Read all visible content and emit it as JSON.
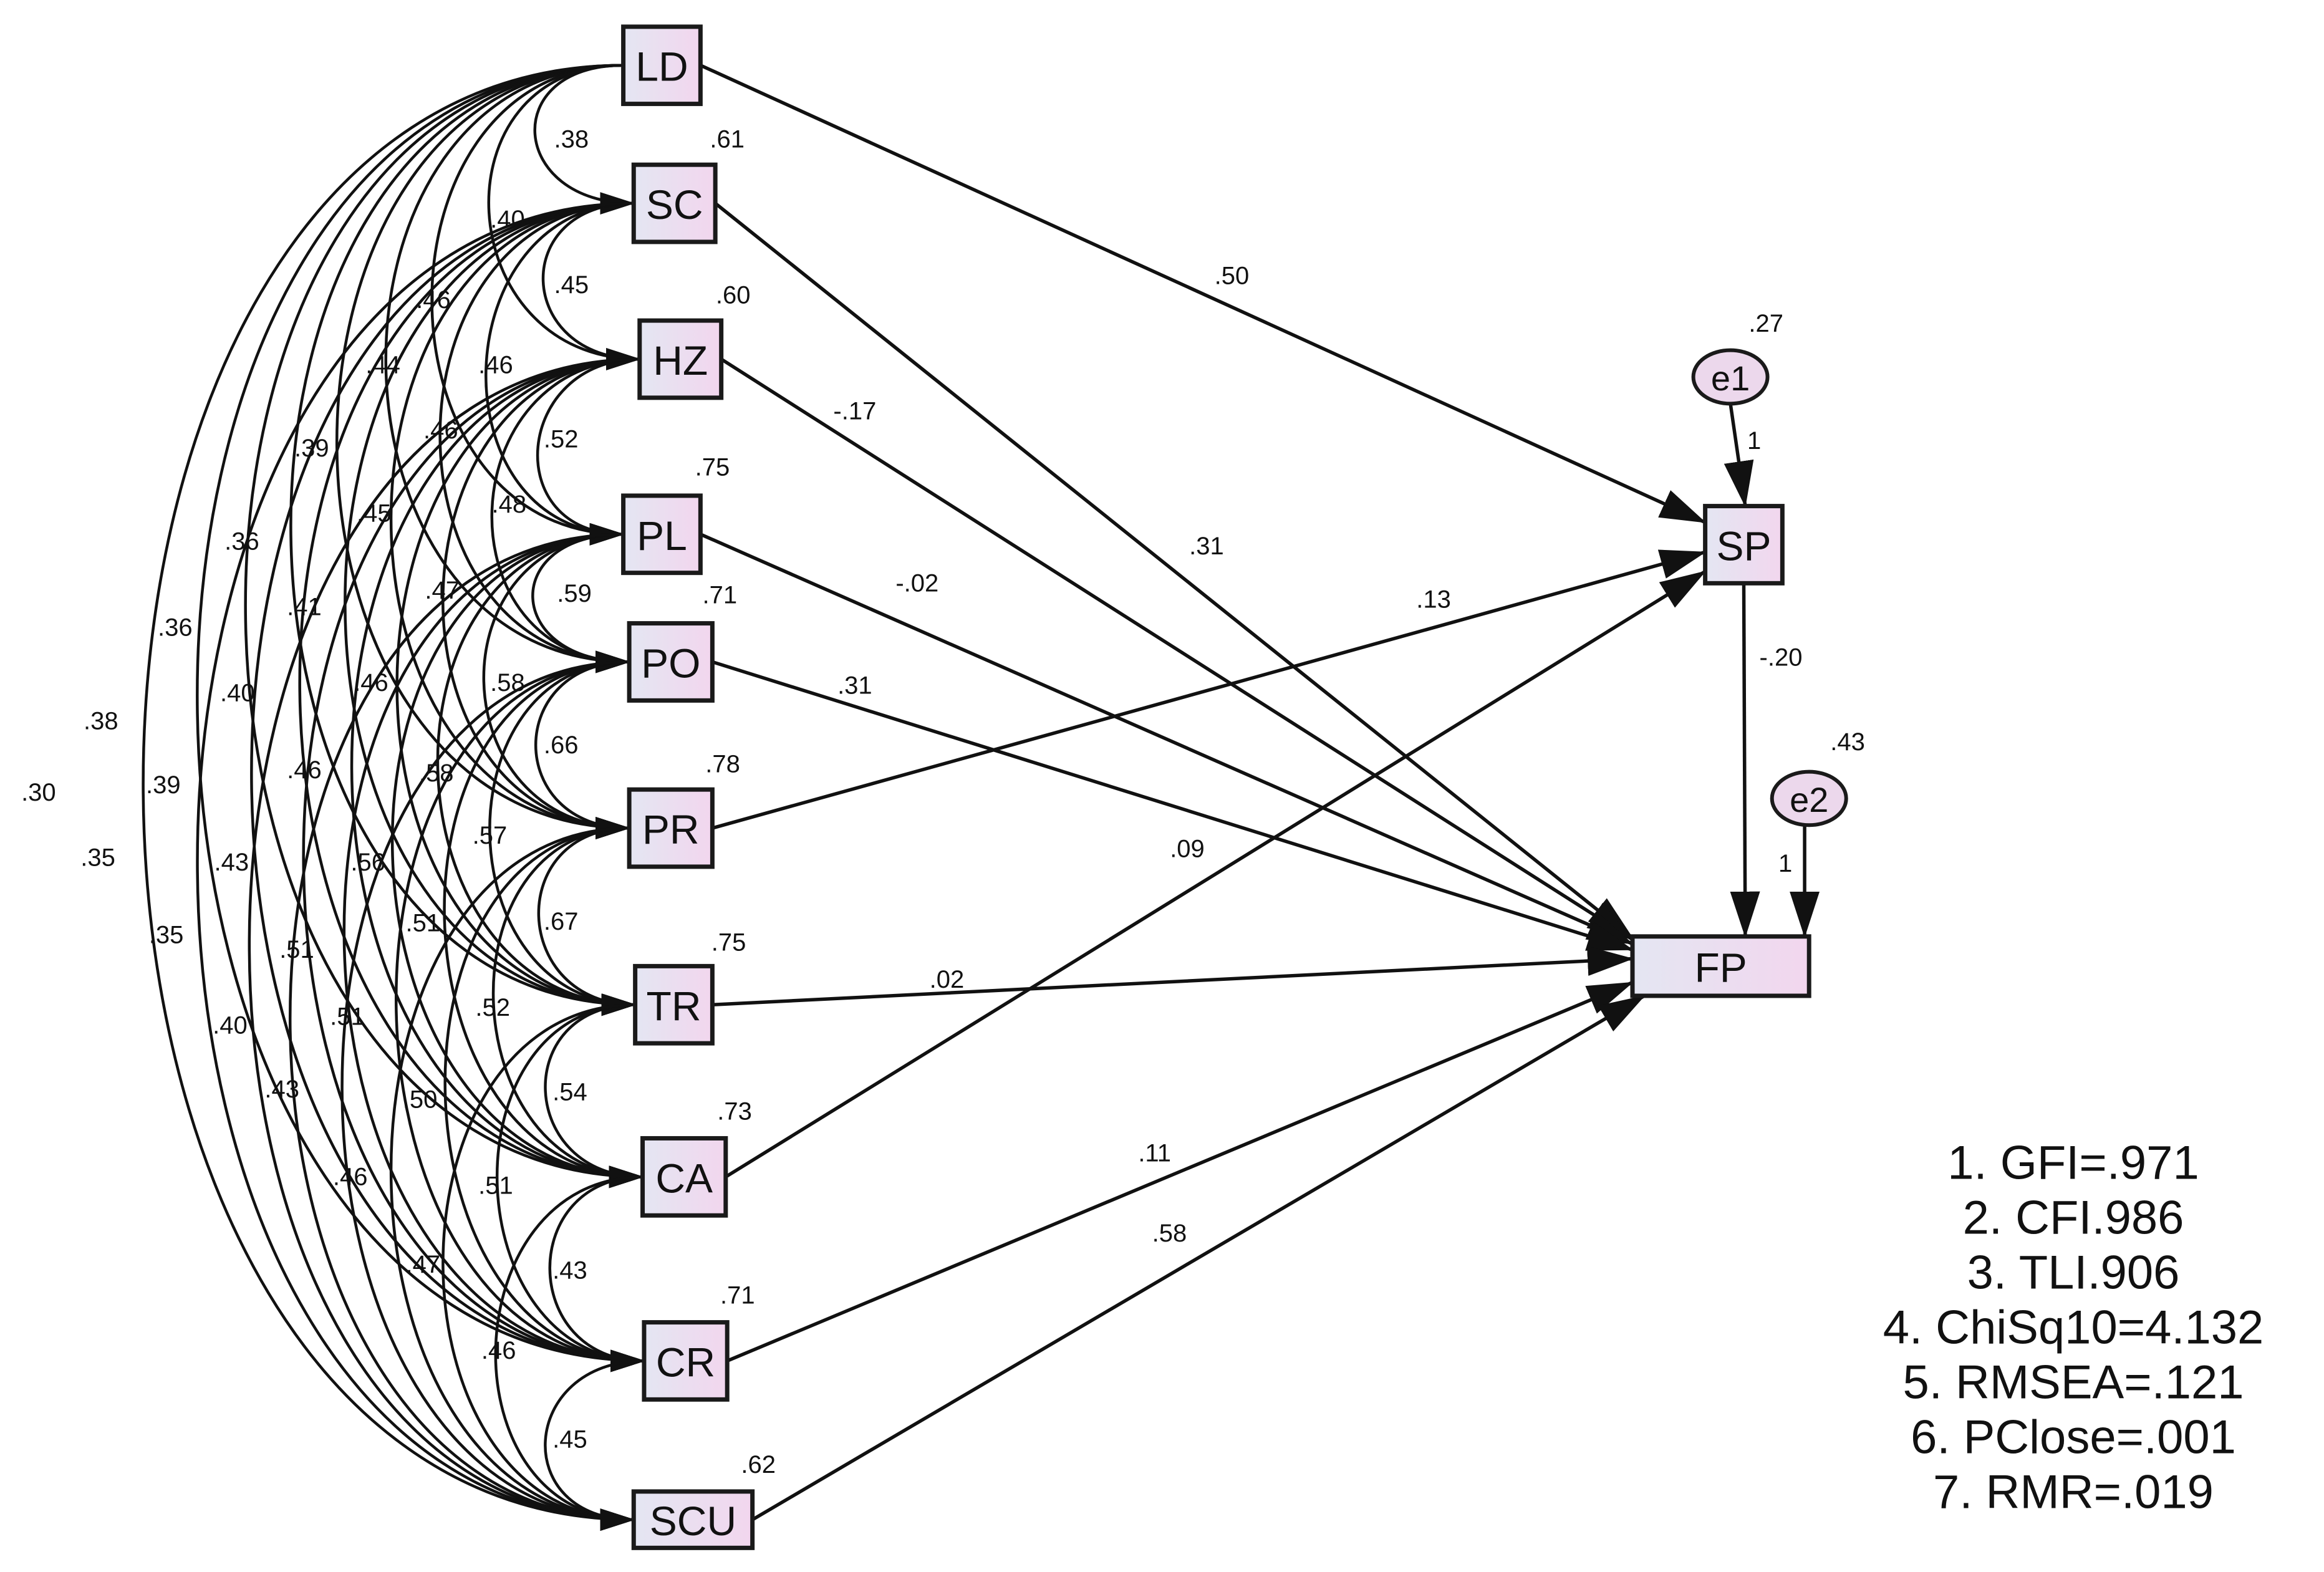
{
  "nodes": {
    "LD": "LD",
    "SC": "SC",
    "HZ": "HZ",
    "PL": "PL",
    "PO": "PO",
    "PR": "PR",
    "TR": "TR",
    "CA": "CA",
    "CR": "CR",
    "SCU": "SCU",
    "SP": "SP",
    "FP": "FP",
    "e1": "e1",
    "e2": "e2"
  },
  "variances": {
    "SC": ".61",
    "HZ": ".60",
    "PL": ".75",
    "PO": ".71",
    "PR": ".78",
    "TR": ".75",
    "CA": ".73",
    "CR": ".71",
    "SCU": ".62",
    "e1": ".27",
    "e2": ".43"
  },
  "paths": [
    {
      "from": "LD",
      "to": "SP",
      "label": ".50"
    },
    {
      "from": "SC",
      "to": "FP",
      "label": ".31"
    },
    {
      "from": "HZ",
      "to": "FP",
      "label": "-.17"
    },
    {
      "from": "PL",
      "to": "FP",
      "label": "-.02"
    },
    {
      "from": "PO",
      "to": "FP",
      "label": ".31"
    },
    {
      "from": "PR",
      "to": "SP",
      "label": ".13"
    },
    {
      "from": "TR",
      "to": "FP",
      "label": ".02"
    },
    {
      "from": "CA",
      "to": "SP",
      "label": ".09"
    },
    {
      "from": "CR",
      "to": "FP",
      "label": ".11"
    },
    {
      "from": "SCU",
      "to": "FP",
      "label": ".58"
    },
    {
      "from": "SP",
      "to": "FP",
      "label": "-.20"
    },
    {
      "from": "e1",
      "to": "SP",
      "label": "1"
    },
    {
      "from": "e2",
      "to": "FP",
      "label": "1"
    }
  ],
  "correlations": [
    {
      "a": "LD",
      "b": "SC",
      "label": ".38"
    },
    {
      "a": "LD",
      "b": "HZ",
      "label": ".40"
    },
    {
      "a": "LD",
      "b": "PL",
      "label": ".46"
    },
    {
      "a": "LD",
      "b": "PO",
      "label": ".44"
    },
    {
      "a": "LD",
      "b": "PR",
      "label": ".39"
    },
    {
      "a": "LD",
      "b": "TR",
      "label": ".36"
    },
    {
      "a": "LD",
      "b": "CA",
      "label": ".36"
    },
    {
      "a": "LD",
      "b": "CR",
      "label": ".38"
    },
    {
      "a": "LD",
      "b": "SCU",
      "label": ".30"
    },
    {
      "a": "SC",
      "b": "HZ",
      "label": ".45"
    },
    {
      "a": "SC",
      "b": "PL",
      "label": ".46"
    },
    {
      "a": "SC",
      "b": "PO",
      "label": ".46"
    },
    {
      "a": "SC",
      "b": "PR",
      "label": ".45"
    },
    {
      "a": "SC",
      "b": "TR",
      "label": ".41"
    },
    {
      "a": "SC",
      "b": "CA",
      "label": ".40"
    },
    {
      "a": "SC",
      "b": "CR",
      "label": ".39"
    },
    {
      "a": "SC",
      "b": "SCU",
      "label": ".35"
    },
    {
      "a": "HZ",
      "b": "PL",
      "label": ".52"
    },
    {
      "a": "HZ",
      "b": "PO",
      "label": ".48"
    },
    {
      "a": "HZ",
      "b": "PR",
      "label": ".47"
    },
    {
      "a": "HZ",
      "b": "TR",
      "label": ".46"
    },
    {
      "a": "HZ",
      "b": "CA",
      "label": ".46"
    },
    {
      "a": "HZ",
      "b": "CR",
      "label": ".43"
    },
    {
      "a": "HZ",
      "b": "SCU",
      "label": ".35"
    },
    {
      "a": "PL",
      "b": "PO",
      "label": ".59"
    },
    {
      "a": "PL",
      "b": "PR",
      "label": ".58"
    },
    {
      "a": "PL",
      "b": "TR",
      "label": ".58"
    },
    {
      "a": "PL",
      "b": "CA",
      "label": ".56"
    },
    {
      "a": "PL",
      "b": "CR",
      "label": ".51"
    },
    {
      "a": "PL",
      "b": "SCU",
      "label": ".40"
    },
    {
      "a": "PO",
      "b": "PR",
      "label": ".66"
    },
    {
      "a": "PO",
      "b": "TR",
      "label": ".57"
    },
    {
      "a": "PO",
      "b": "CA",
      "label": ".51"
    },
    {
      "a": "PO",
      "b": "CR",
      "label": ".51"
    },
    {
      "a": "PO",
      "b": "SCU",
      "label": ".43"
    },
    {
      "a": "PR",
      "b": "TR",
      "label": ".67"
    },
    {
      "a": "PR",
      "b": "CA",
      "label": ".52"
    },
    {
      "a": "PR",
      "b": "CR",
      "label": ".50"
    },
    {
      "a": "PR",
      "b": "SCU",
      "label": ".46"
    },
    {
      "a": "TR",
      "b": "CA",
      "label": ".54"
    },
    {
      "a": "TR",
      "b": "CR",
      "label": ".51"
    },
    {
      "a": "TR",
      "b": "SCU",
      "label": ".47"
    },
    {
      "a": "CA",
      "b": "CR",
      "label": ".43"
    },
    {
      "a": "CA",
      "b": "SCU",
      "label": ".46"
    },
    {
      "a": "CR",
      "b": "SCU",
      "label": ".45"
    }
  ],
  "fit_indices": [
    "1. GFI=.971",
    "2. CFI.986",
    "3. TLI.906",
    "4. ChiSq10=4.132",
    "5. RMSEA=.121",
    "6. PClose=.001",
    "7. RMR=.019"
  ]
}
